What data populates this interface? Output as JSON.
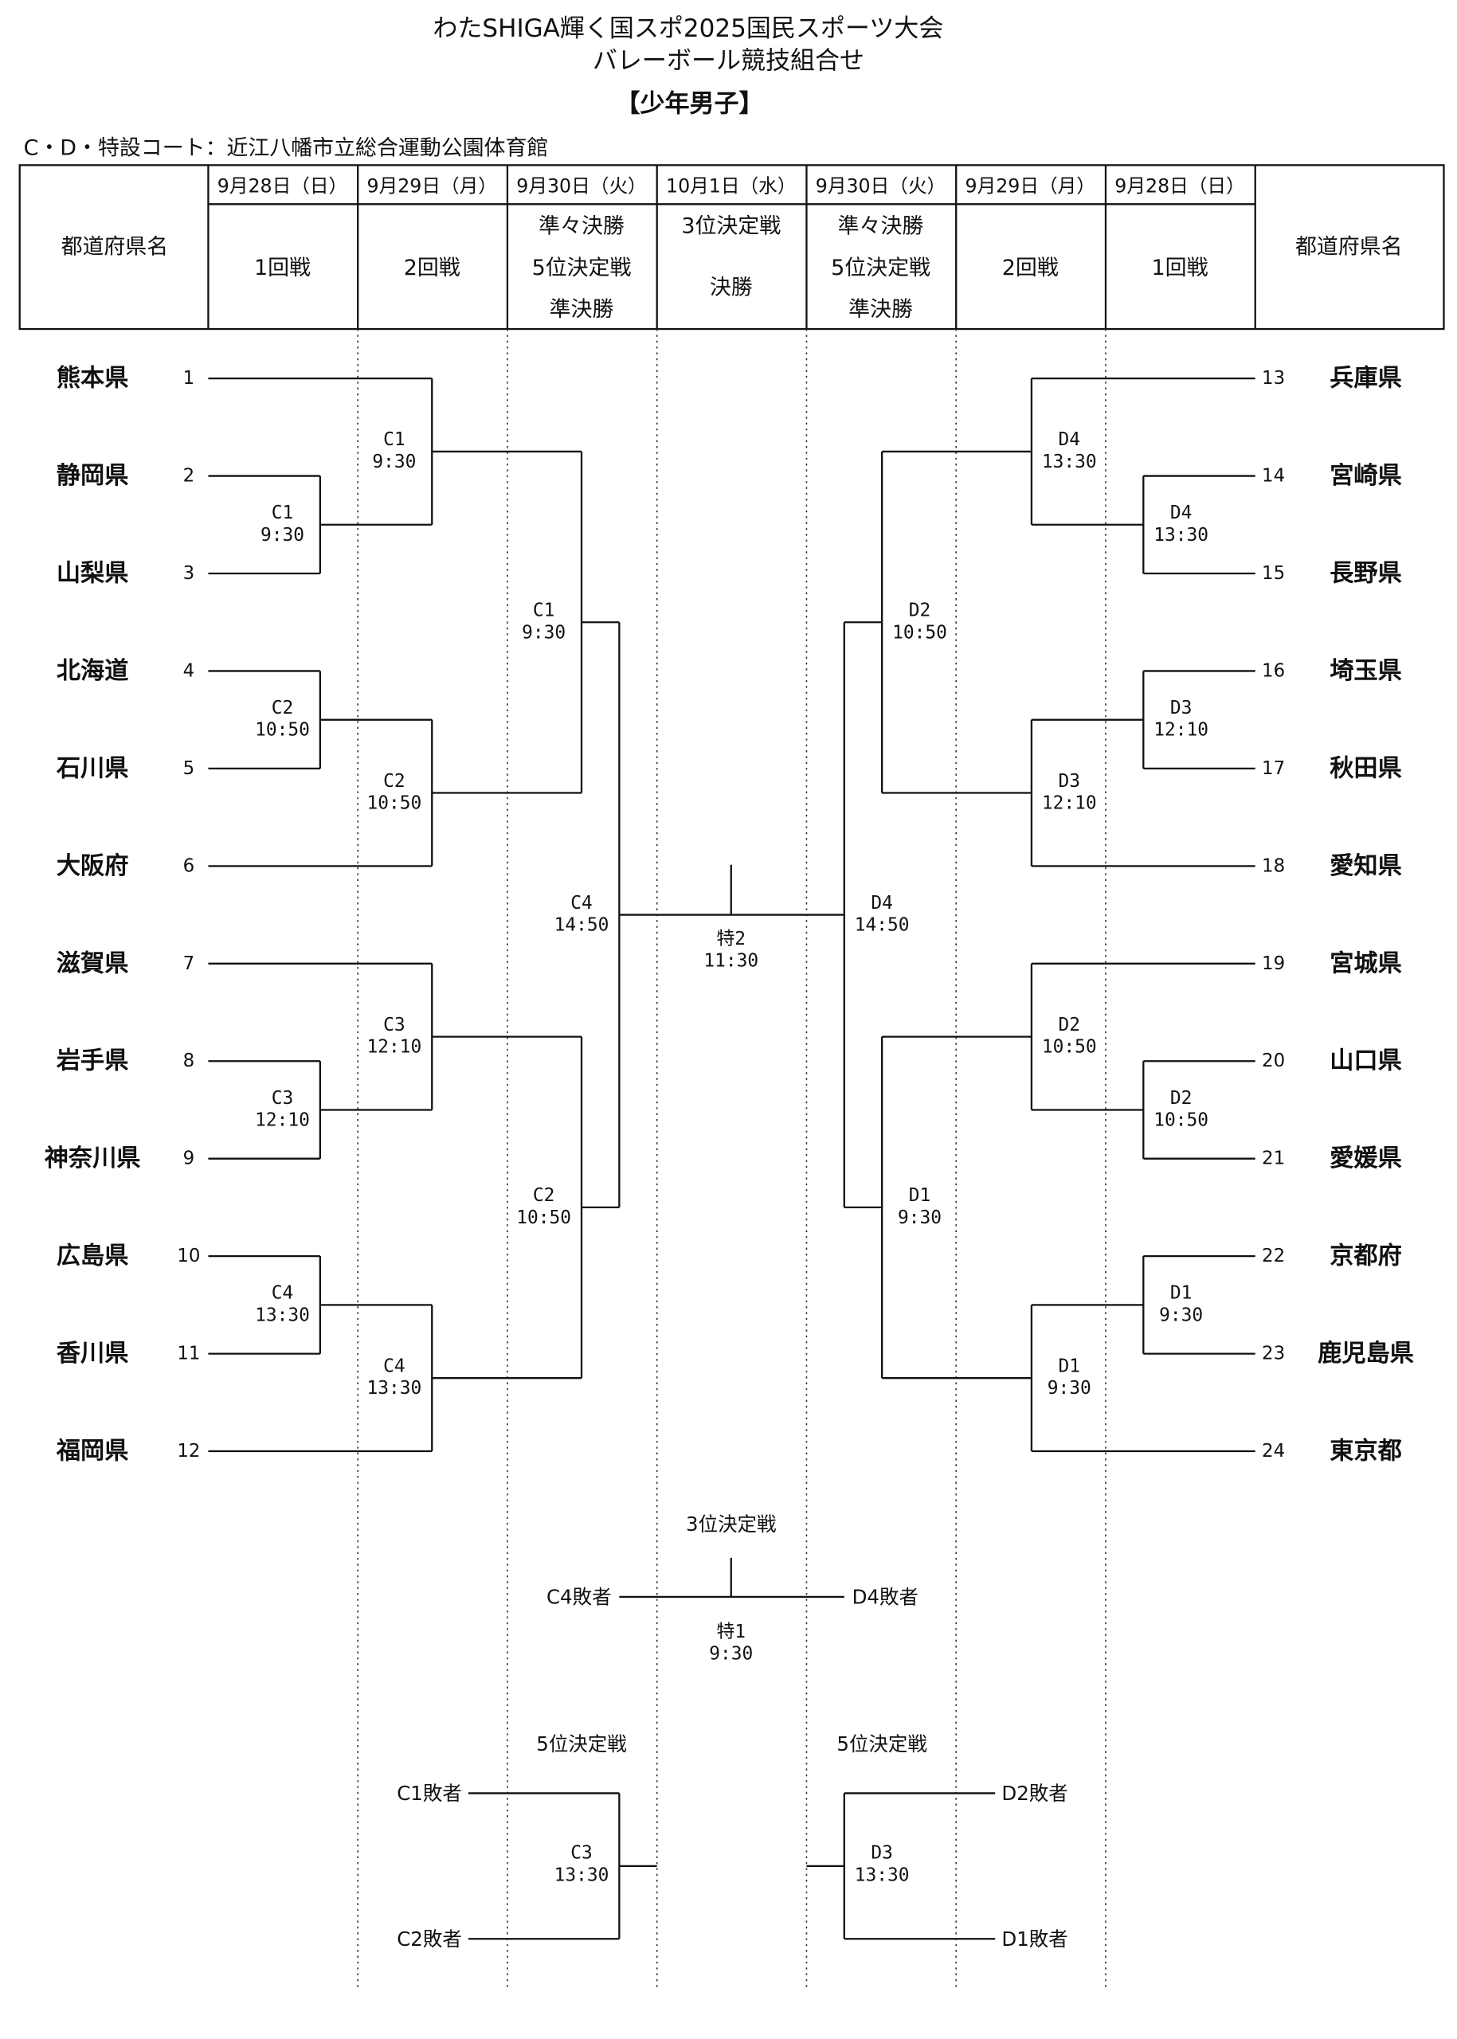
{
  "header": {
    "title_line1": "わたSHIGA輝く国スポ2025国民スポーツ大会",
    "title_line2": "バレーボール競技組合せ",
    "category": "【少年男子】",
    "venue": "C・D・特設コート：近江八幡市立総合運動公園体育館"
  },
  "table_header": {
    "left_col_label": "都道府県名",
    "right_col_label": "都道府県名",
    "columns": [
      {
        "date": "9月28日（日）",
        "rounds": [
          "1回戦"
        ]
      },
      {
        "date": "9月29日（月）",
        "rounds": [
          "2回戦"
        ]
      },
      {
        "date": "9月30日（火）",
        "rounds": [
          "準々決勝",
          "5位決定戦",
          "準決勝"
        ]
      },
      {
        "date": "10月1日（水）",
        "rounds": [
          "3位決定戦",
          "決勝"
        ]
      },
      {
        "date": "9月30日（火）",
        "rounds": [
          "準々決勝",
          "5位決定戦",
          "準決勝"
        ]
      },
      {
        "date": "9月29日（月）",
        "rounds": [
          "2回戦"
        ]
      },
      {
        "date": "9月28日（日）",
        "rounds": [
          "1回戦"
        ]
      }
    ]
  },
  "teams_left": [
    {
      "no": "1",
      "name": "熊本県"
    },
    {
      "no": "2",
      "name": "静岡県"
    },
    {
      "no": "3",
      "name": "山梨県"
    },
    {
      "no": "4",
      "name": "北海道"
    },
    {
      "no": "5",
      "name": "石川県"
    },
    {
      "no": "6",
      "name": "大阪府"
    },
    {
      "no": "7",
      "name": "滋賀県"
    },
    {
      "no": "8",
      "name": "岩手県"
    },
    {
      "no": "9",
      "name": "神奈川県"
    },
    {
      "no": "10",
      "name": "広島県"
    },
    {
      "no": "11",
      "name": "香川県"
    },
    {
      "no": "12",
      "name": "福岡県"
    }
  ],
  "teams_right": [
    {
      "no": "13",
      "name": "兵庫県"
    },
    {
      "no": "14",
      "name": "宮崎県"
    },
    {
      "no": "15",
      "name": "長野県"
    },
    {
      "no": "16",
      "name": "埼玉県"
    },
    {
      "no": "17",
      "name": "秋田県"
    },
    {
      "no": "18",
      "name": "愛知県"
    },
    {
      "no": "19",
      "name": "宮城県"
    },
    {
      "no": "20",
      "name": "山口県"
    },
    {
      "no": "21",
      "name": "愛媛県"
    },
    {
      "no": "22",
      "name": "京都府"
    },
    {
      "no": "23",
      "name": "鹿児島県"
    },
    {
      "no": "24",
      "name": "東京都"
    }
  ],
  "matches": {
    "left_r1": [
      {
        "code": "C1",
        "time": "9:30"
      },
      {
        "code": "C2",
        "time": "10:50"
      },
      {
        "code": "C3",
        "time": "12:10"
      },
      {
        "code": "C4",
        "time": "13:30"
      }
    ],
    "left_r2": [
      {
        "code": "C1",
        "time": "9:30"
      },
      {
        "code": "C2",
        "time": "10:50"
      },
      {
        "code": "C3",
        "time": "12:10"
      },
      {
        "code": "C4",
        "time": "13:30"
      }
    ],
    "left_qf": [
      {
        "code": "C1",
        "time": "9:30"
      },
      {
        "code": "C2",
        "time": "10:50"
      }
    ],
    "left_sf": {
      "code": "C4",
      "time": "14:50"
    },
    "final": {
      "code": "特2",
      "time": "11:30"
    },
    "right_sf": {
      "code": "D4",
      "time": "14:50"
    },
    "right_qf": [
      {
        "code": "D2",
        "time": "10:50"
      },
      {
        "code": "D1",
        "time": "9:30"
      }
    ],
    "right_r2": [
      {
        "code": "D4",
        "time": "13:30"
      },
      {
        "code": "D3",
        "time": "12:10"
      },
      {
        "code": "D2",
        "time": "10:50"
      },
      {
        "code": "D1",
        "time": "9:30"
      }
    ],
    "right_r1": [
      {
        "code": "D4",
        "time": "13:30"
      },
      {
        "code": "D3",
        "time": "12:10"
      },
      {
        "code": "D2",
        "time": "10:50"
      },
      {
        "code": "D1",
        "time": "9:30"
      }
    ]
  },
  "third_place": {
    "label": "3位決定戦",
    "left": "C4敗者",
    "right": "D4敗者",
    "code": "特1",
    "time": "9:30"
  },
  "fifth_place": {
    "left": {
      "label": "5位決定戦",
      "top": "C1敗者",
      "bottom": "C2敗者",
      "code": "C3",
      "time": "13:30"
    },
    "right": {
      "label": "5位決定戦",
      "top": "D2敗者",
      "bottom": "D1敗者",
      "code": "D3",
      "time": "13:30"
    }
  }
}
